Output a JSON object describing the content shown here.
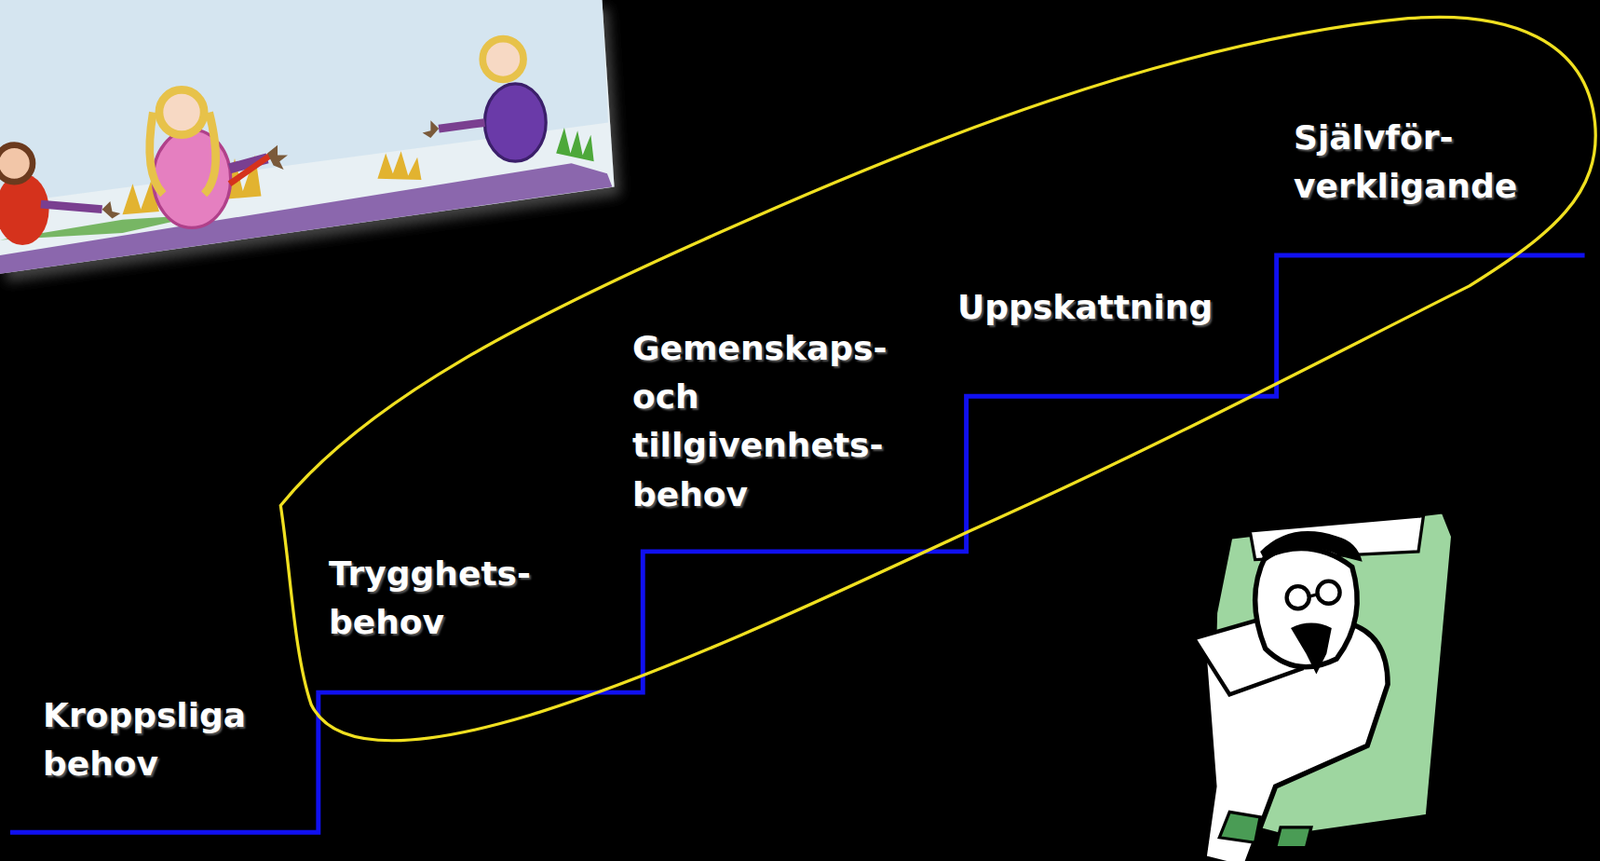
{
  "diagram": {
    "labels": [
      "Kroppsliga behov",
      "Trygghets- behov",
      "Gemenskaps- och tillgivenhets- behov",
      "Uppskattning",
      "Självför- verkligande"
    ]
  }
}
